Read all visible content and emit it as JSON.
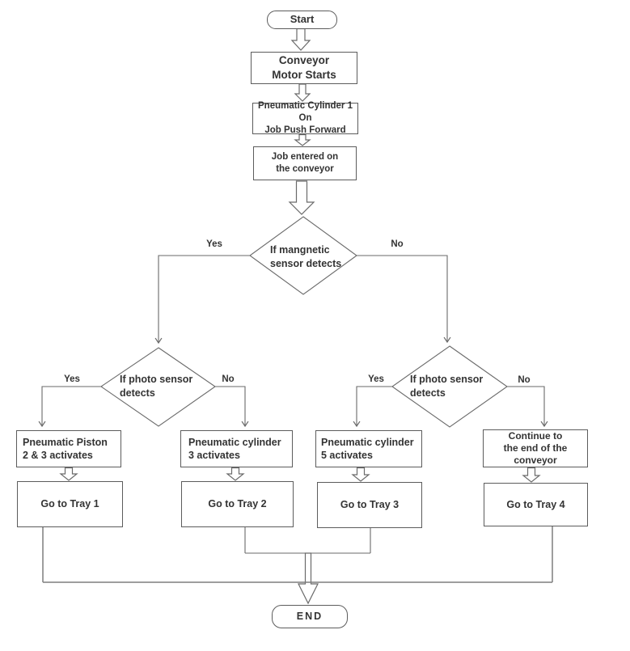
{
  "colors": {
    "line_stroke": "#6a6a6a",
    "box_border": "#5c5c5c",
    "thick_line": "#7e7e7e",
    "text": "#333333",
    "background": "#ffffff"
  },
  "nodes": {
    "start": {
      "label": "Start"
    },
    "conveyor_motor": {
      "label": "Conveyor\nMotor Starts"
    },
    "cylinder1": {
      "label": "Pneumatic Cylinder 1 On\nJob Push Forward"
    },
    "job_entered": {
      "label": "Job entered on\nthe conveyor"
    },
    "magnetic_decision": {
      "label": "If mangnetic\nsensor detects"
    },
    "photo_decision_left": {
      "label": "If photo sensor\ndetects"
    },
    "photo_decision_right": {
      "label": "If photo sensor\ndetects"
    },
    "piston23": {
      "label": "Pneumatic Piston\n2 & 3 activates"
    },
    "cylinder3": {
      "label": "Pneumatic cylinder\n3 activates"
    },
    "cylinder5": {
      "label": "Pneumatic cylinder\n5 activates"
    },
    "continue_end": {
      "label": "Continue to\nthe end of the\nconveyor"
    },
    "tray1": {
      "label": "Go to Tray 1"
    },
    "tray2": {
      "label": "Go to Tray 2"
    },
    "tray3": {
      "label": "Go to Tray 3"
    },
    "tray4": {
      "label": "Go to Tray 4"
    },
    "end": {
      "label": "END"
    }
  },
  "branch_labels": {
    "magnetic_yes": "Yes",
    "magnetic_no": "No",
    "photo_left_yes": "Yes",
    "photo_left_no": "No",
    "photo_right_yes": "Yes",
    "photo_right_no": "No"
  }
}
